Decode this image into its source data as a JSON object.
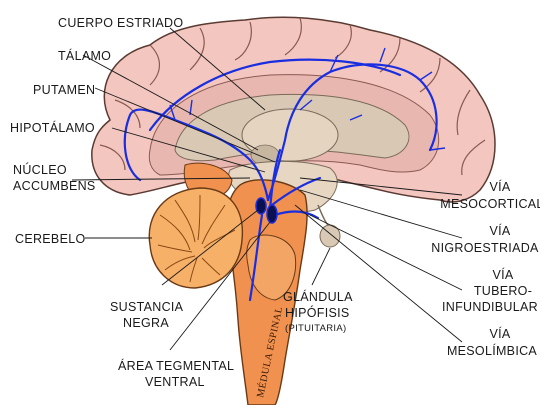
{
  "labels": {
    "cuerpo_estriado": "CUERPO ESTRIADO",
    "talamo": "TÁLAMO",
    "putamen": "PUTAMEN",
    "hipotalamo": "HIPOTÁLAMO",
    "nucleo_accumbens_1": "NÚCLEO",
    "nucleo_accumbens_2": "ACCUMBENS",
    "cerebelo": "CEREBELO",
    "sustancia_negra_1": "SUSTANCIA",
    "sustancia_negra_2": "NEGRA",
    "area_tegmental_1": "ÁREA TEGMENTAL",
    "area_tegmental_2": "VENTRAL",
    "glandula_1": "GLÁNDULA",
    "glandula_2": "HIPÓFISIS",
    "glandula_3": "(PITUITARIA)",
    "medula_espinal": "MÉDULA ESPINAL",
    "via_mesocortical_1": "VÍA",
    "via_mesocortical_2": "MESOCORTICAL",
    "via_nigroestriada_1": "VÍA",
    "via_nigroestriada_2": "NIGROESTRIADA",
    "via_tubero_1": "VÍA",
    "via_tubero_2": "TUBERO-",
    "via_tubero_3": "INFUNDIBULAR",
    "via_mesolimbica_1": "VÍA",
    "via_mesolimbica_2": "MESOLÍMBICA"
  },
  "colors": {
    "cortex_pink": "#f3c6c0",
    "inner_beige": "#d9c8b4",
    "brainstem_orange": "#f0914f",
    "cerebellum_orange": "#f7b068",
    "pathway_blue": "#1a2ee0",
    "nucleus_navy": "#0a1050"
  }
}
